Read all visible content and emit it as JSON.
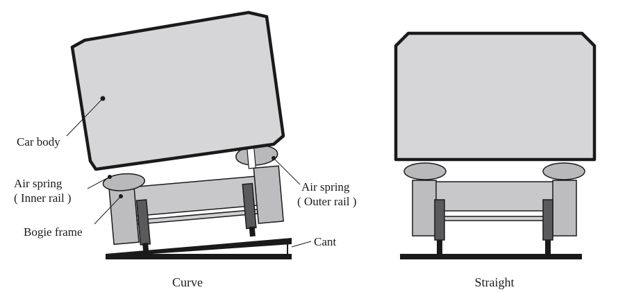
{
  "labels": {
    "car_body": "Car body",
    "air_spring_left_line1": "Air spring",
    "air_spring_left_line2": "( Inner rail )",
    "air_spring_right_line1": "Air spring",
    "air_spring_right_line2": "( Outer rail )",
    "bogie_frame": "Bogie frame",
    "cant": "Cant"
  },
  "captions": {
    "curve": "Curve",
    "straight": "Straight"
  },
  "colors": {
    "body_fill": "#d6d6d8",
    "frame_fill": "#c2c2c4",
    "spring_fill": "#b9b9bb",
    "line": "#1a1a1a"
  }
}
